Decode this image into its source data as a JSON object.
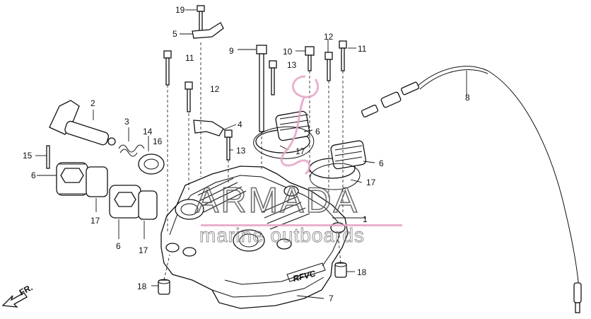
{
  "diagram": {
    "arrow_label": "FR.",
    "badge_text": "RFVC",
    "callouts": {
      "c1": "1",
      "c2": "2",
      "c3": "3",
      "c4": "4",
      "c5": "5",
      "c6a": "6",
      "c6b": "6",
      "c6c": "6",
      "c6d": "6",
      "c7": "7",
      "c8": "8",
      "c9": "9",
      "c10": "10",
      "c11a": "11",
      "c11b": "11",
      "c12a": "12",
      "c12b": "12",
      "c13a": "13",
      "c13b": "13",
      "c14": "14",
      "c15": "15",
      "c16": "16",
      "c17a": "17",
      "c17b": "17",
      "c17c": "17",
      "c17d": "17",
      "c18a": "18",
      "c18b": "18",
      "c19": "19"
    }
  },
  "watermark": {
    "title": "ARMADA",
    "subtitle": "marine outboards",
    "accent": "#e6a3c6",
    "text_color": "#555555"
  }
}
